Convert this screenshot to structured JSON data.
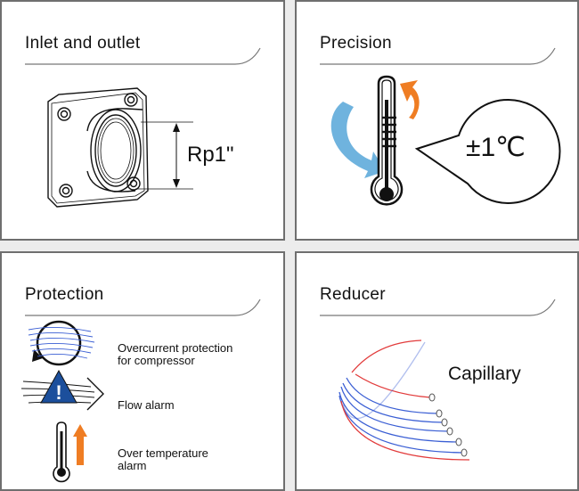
{
  "panels": {
    "inlet": {
      "title": "Inlet and outlet",
      "size_label": "Rp1\""
    },
    "precision": {
      "title": "Precision",
      "value": "±1℃"
    },
    "protection": {
      "title": "Protection",
      "items": [
        {
          "label": "Overcurrent protection\nfor compressor",
          "icon": "compressor-rotation-icon"
        },
        {
          "label": "Flow alarm",
          "icon": "flow-warning-icon"
        },
        {
          "label": "Over temperature\nalarm",
          "icon": "thermometer-up-icon"
        }
      ]
    },
    "reducer": {
      "title": "Reducer",
      "part_label": "Capillary"
    }
  },
  "colors": {
    "accent_blue": "#6fb3de",
    "accent_orange": "#ef7d23",
    "warning_blue": "#1c4f9c",
    "tube_red": "#e23b3b",
    "tube_blue": "#3b5fd4"
  }
}
